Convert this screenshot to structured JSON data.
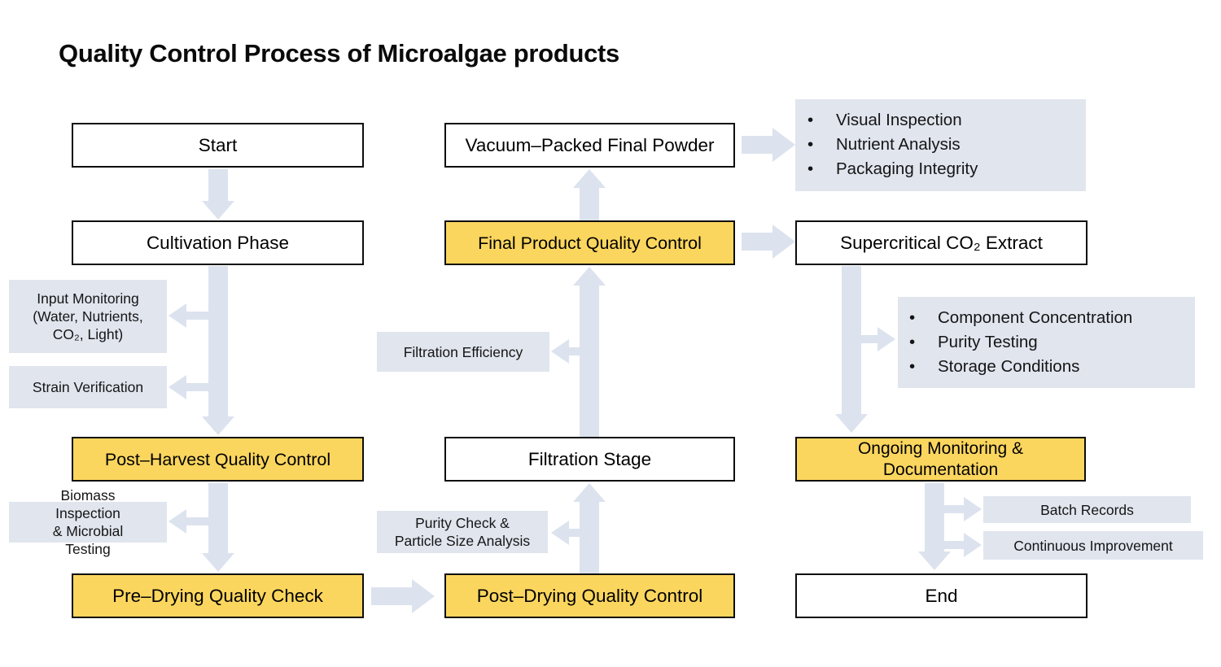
{
  "title": "Quality Control Process of Microalgae products",
  "colors": {
    "highlight": "#FBD65E",
    "note": "#E0E5EE",
    "arrow": "#DCE3EE"
  },
  "flow": {
    "start": "Start",
    "cultivation": "Cultivation Phase",
    "post_harvest": "Post–Harvest Quality Control",
    "pre_drying": "Pre–Drying Quality Check",
    "post_drying": "Post–Drying Quality Control",
    "filtration": "Filtration Stage",
    "final_qc": "Final Product Quality Control",
    "vacuum_packed": "Vacuum–Packed Final Powder",
    "supercritical": "Supercritical CO₂ Extract",
    "ongoing_line1": "Ongoing Monitoring &",
    "ongoing_line2": "Documentation",
    "end": "End"
  },
  "notes": {
    "input_monitoring_line1": "Input Monitoring",
    "input_monitoring_line2": "(Water, Nutrients,",
    "input_monitoring_line3": "CO₂, Light)",
    "strain_verification": "Strain Verification",
    "biomass_line1": "Biomass",
    "biomass_line2": "Inspection",
    "biomass_line3": "& Microbial",
    "biomass_line4": "Testing",
    "filtration_efficiency": "Filtration Efficiency",
    "purity_line1": "Purity Check &",
    "purity_line2": "Particle Size Analysis",
    "batch_records": "Batch Records",
    "continuous_improvement": "Continuous Improvement"
  },
  "bullets": {
    "glyph": "•",
    "final_product_checks": [
      "Visual Inspection",
      "Nutrient Analysis",
      "Packaging Integrity"
    ],
    "extract_checks": [
      "Component Concentration",
      "Purity Testing",
      "Storage Conditions"
    ]
  }
}
